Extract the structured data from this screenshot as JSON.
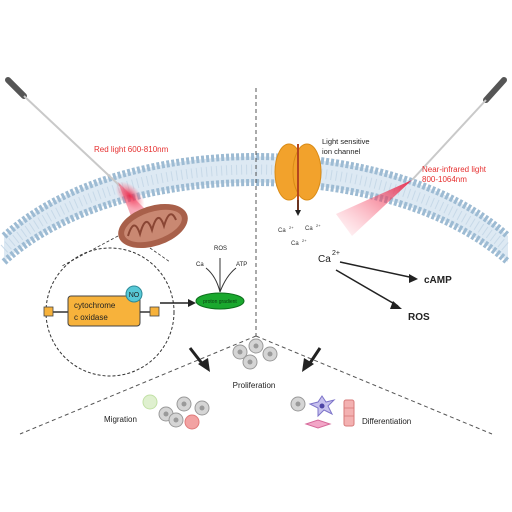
{
  "left": {
    "laser_label": "Red light 600-810nm",
    "enzyme_label_line1": "cytochrome",
    "enzyme_label_line2": "c oxidase",
    "no_badge": "NO",
    "gradient_label": "proton gradient",
    "ca_label": "Ca",
    "ros_label": "ROS",
    "atp_label": "ATP"
  },
  "right": {
    "channel_label_line1": "Light sensitive",
    "channel_label_line2": "ion channel",
    "laser_label_line1": "Near-infrared light",
    "laser_label_line2": "800-1064nm",
    "ion_labels": [
      "Ca",
      "Ca",
      "Ca"
    ],
    "ion_superscript": "2+",
    "ca_main": "Ca",
    "ca_main_sup": "2+",
    "camp_label": "cAMP",
    "ros_label": "ROS"
  },
  "bottom": {
    "proliferation": "Proliferation",
    "migration": "Migration",
    "differentiation": "Differentiation"
  },
  "colors": {
    "laser_red": "#e63030",
    "membrane_blue": "#bcd4e6",
    "channel_orange": "#f2a22c",
    "mito_brown": "#a8604a",
    "enzyme_orange": "#f7b23b",
    "no_teal": "#57c8d6",
    "gradient_green": "#1aa82e"
  }
}
